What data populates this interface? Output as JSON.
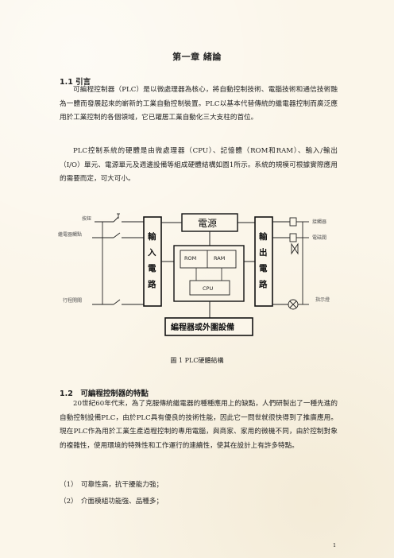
{
  "document": {
    "chapter_title": "第一章 緒論",
    "section_1": {
      "heading": "1.1 引言",
      "paragraphs": [
        "可編程控制器（PLC）是以微處理器為核心，將自動控制技術、電腦技術和通信技術融為一體而發展起來的嶄新的工業自動控制裝置。PLC以基本代替傳統的繼電器控制而廣泛應用於工業控制的各個領域，它已躍居工業自動化三大支柱的首位。",
        "PLC控制系統的硬體是由微處理器（CPU）、記憶體（ROM和RAM）、輸入/輸出（I/O）單元、電源單元及週邊設備等組成硬體結構如圖1所示。系統的規模可根據實際應用的需要而定，可大可小。"
      ]
    },
    "figure": {
      "caption": "圖 1 PLC硬體結構",
      "labels": {
        "power": "電源",
        "input_circuit": [
          "輸",
          "入",
          "電",
          "路"
        ],
        "output_circuit": [
          "輸",
          "出",
          "電",
          "路"
        ],
        "rom": "ROM",
        "ram": "RAM",
        "cpu": "CPU",
        "programmer": "編程器或外圍設備",
        "button": "按鈕",
        "relay_contact": "繼電器觸點",
        "travel_switch": "行程開關",
        "contactor": "接觸器",
        "solenoid_valve": "電磁閥",
        "indicator_lamp": "指示燈"
      }
    },
    "section_2": {
      "heading": "1.2　可編程控制器的特點",
      "paragraphs": [
        "20世紀60年代末，為了克服傳統繼電器的種種應用上的缺點，人們研製出了一種先進的自動控制設備PLC，由於PLC具有優良的技術性能，因此它一問世就很快得到了推廣應用。現在PLC作為用於工業生產過程控制的專用電腦，與商家、家用的微機不同，由於控制對象的複雜性，使用環境的特殊性和工作運行的連續性，使其在設計上有許多特點。"
      ],
      "list": [
        "（1）　可靠性高，抗干擾能力強；",
        "（2）　介面模組功能強、品種多；"
      ]
    },
    "page_number": "1"
  }
}
